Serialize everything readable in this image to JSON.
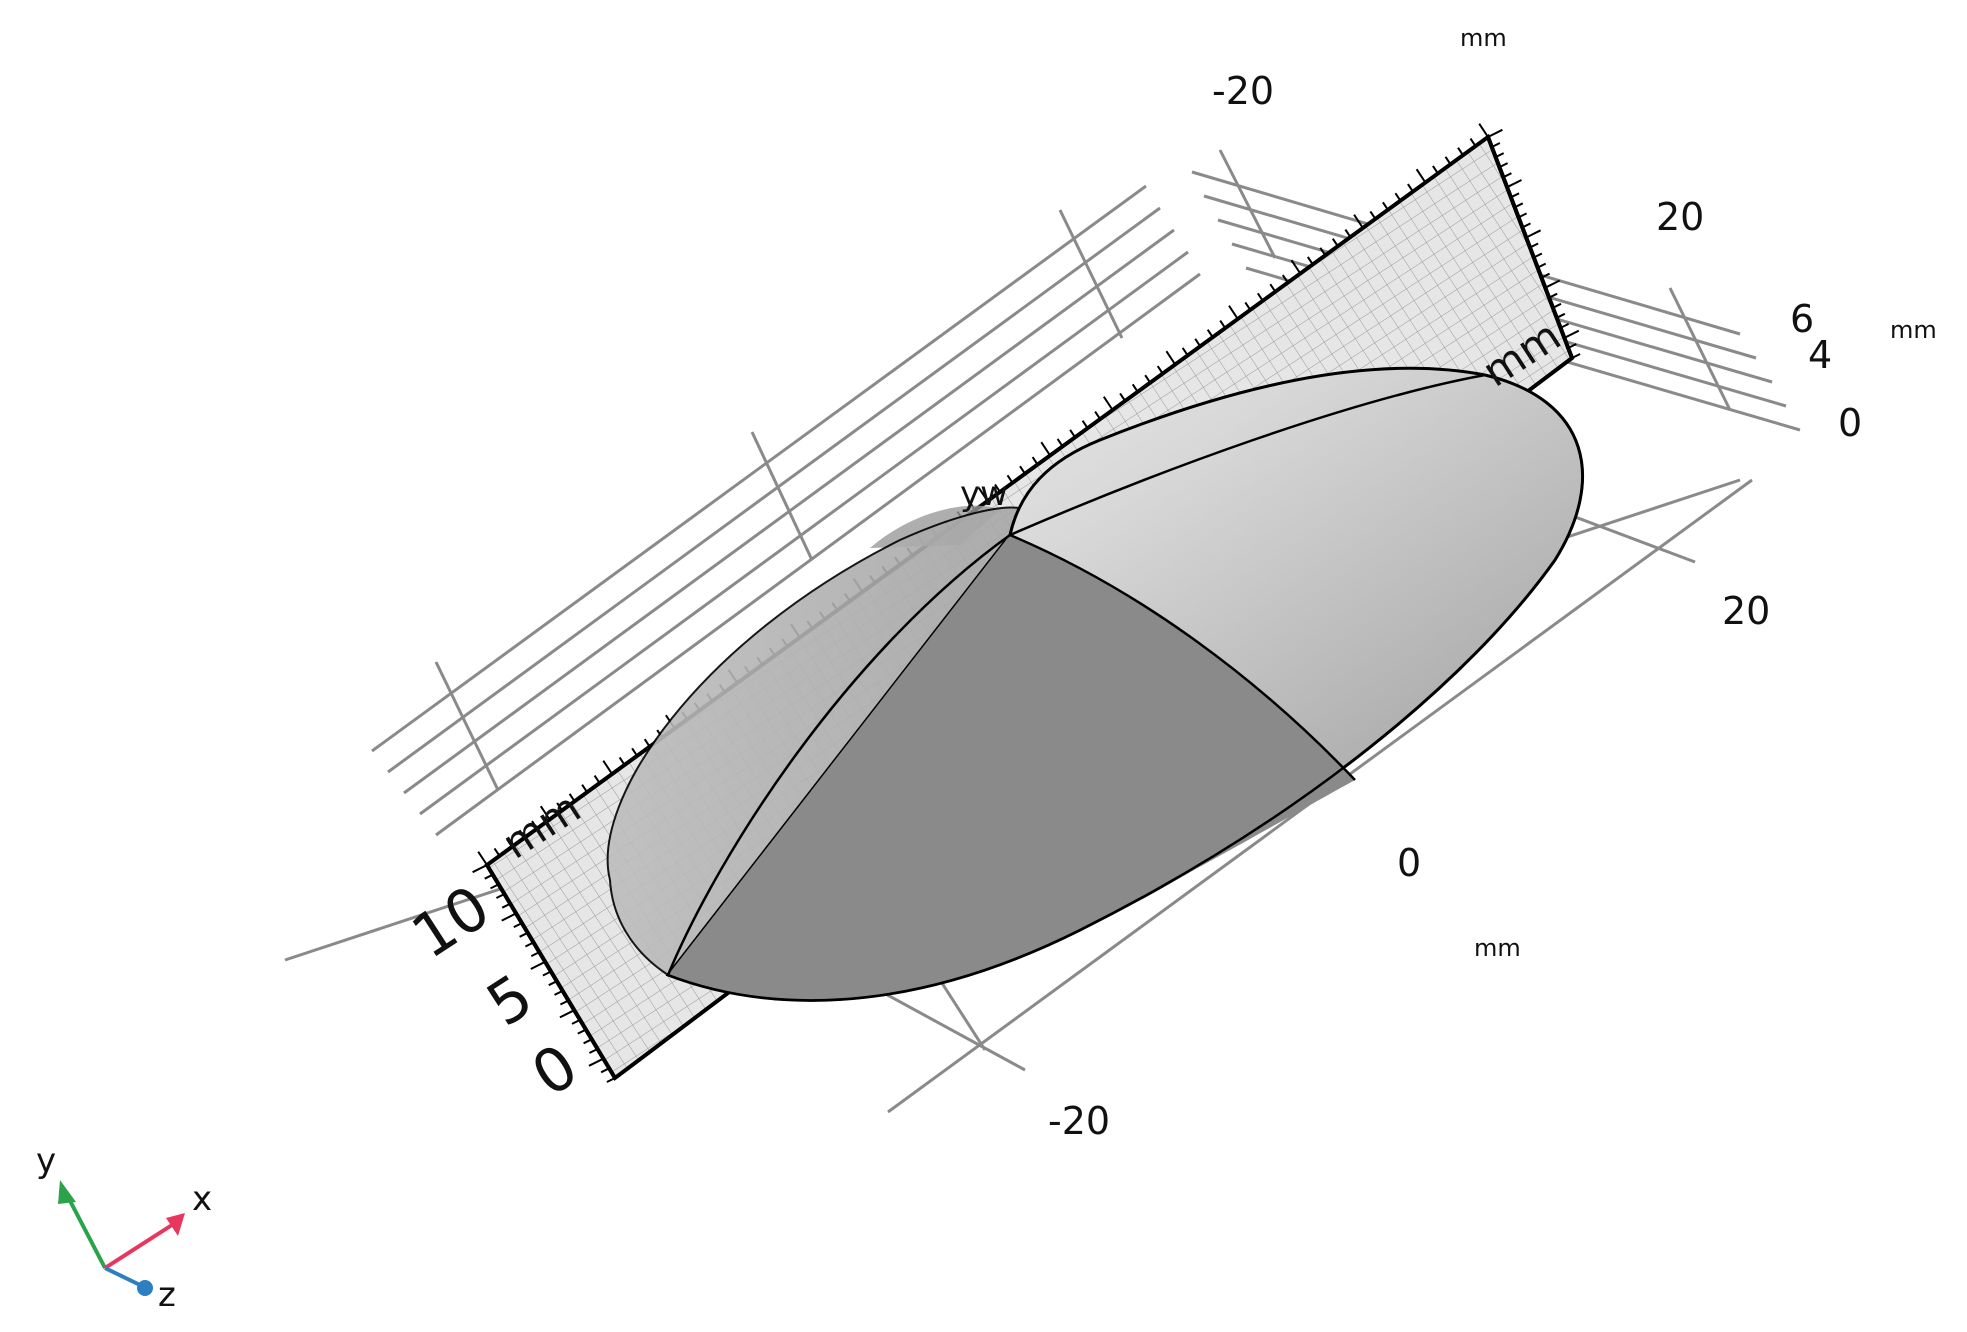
{
  "ground_grid": {
    "unit": "mm",
    "x_ticks": [
      "-20",
      "0"
    ],
    "z_ticks": [
      "20"
    ]
  },
  "upper_grid": {
    "unit": "mm",
    "ticks": [
      "-20",
      "20"
    ]
  },
  "right_scale": {
    "unit": "mm",
    "ticks": [
      "6",
      "4",
      "0"
    ]
  },
  "work_plane": {
    "unit_left": "mm",
    "unit_right": "mm",
    "ticks": [
      "10",
      "5",
      "0"
    ],
    "label": "yw"
  },
  "triad": {
    "x": "x",
    "y": "y",
    "z": "z",
    "colors": {
      "x": "#e8365d",
      "y": "#2aa34a",
      "z": "#2d7fc1"
    }
  }
}
